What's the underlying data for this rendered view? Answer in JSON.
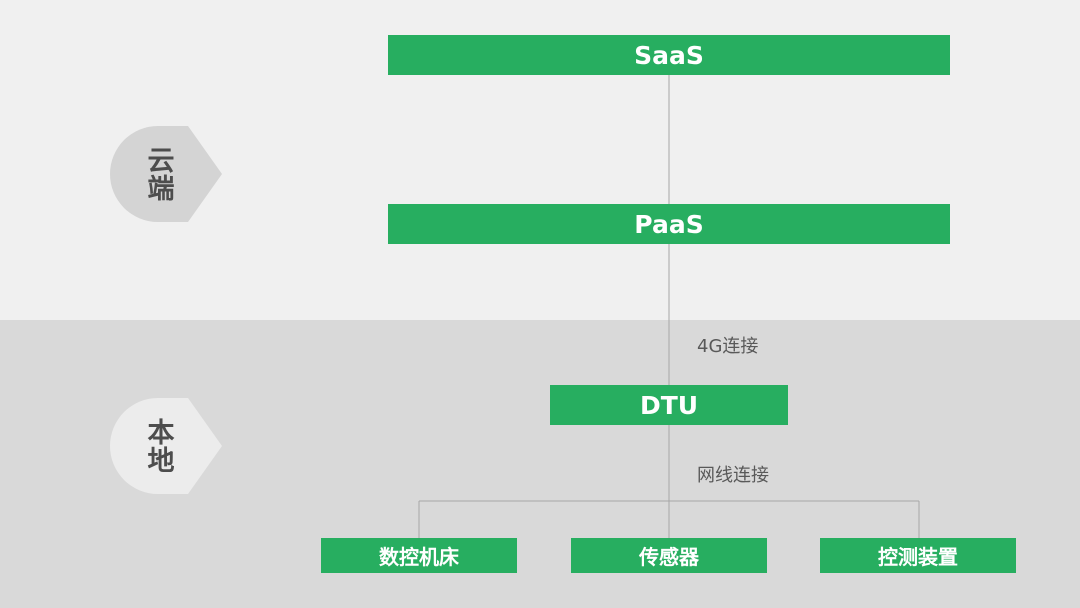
{
  "colors": {
    "node_fill": "#27ae60",
    "node_text": "#ffffff",
    "cloud_band": "#f0f0f0",
    "local_band": "#d9d9d9",
    "zone_marker": "#d4d4d4",
    "line": "#a6a6a6",
    "label_text": "#595959"
  },
  "zones": {
    "cloud": "云端",
    "local": "本地"
  },
  "nodes": {
    "saas": "SaaS",
    "paas": "PaaS",
    "dtu": "DTU",
    "cnc": "数控机床",
    "sensor": "传感器",
    "control": "控测装置"
  },
  "edges": {
    "paas_dtu": "4G连接",
    "dtu_devices": "网线连接"
  }
}
